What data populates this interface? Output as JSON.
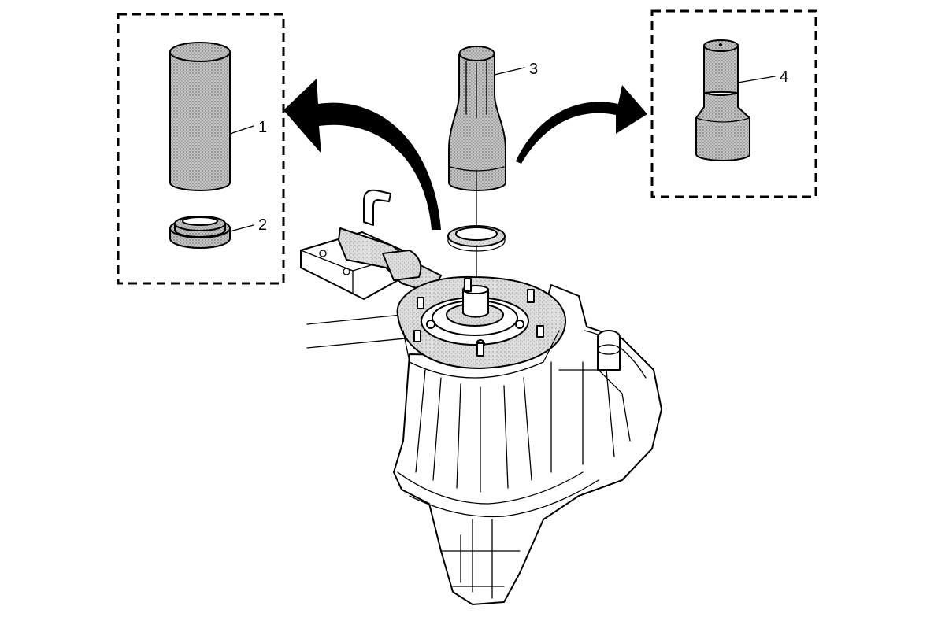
{
  "callouts": [
    {
      "id": "1",
      "text": "1"
    },
    {
      "id": "2",
      "text": "2"
    },
    {
      "id": "3",
      "text": "3"
    },
    {
      "id": "4",
      "text": "4"
    }
  ],
  "colors": {
    "line": "#000000",
    "tool_fill": "#c8c8c8",
    "background": "#ffffff"
  }
}
